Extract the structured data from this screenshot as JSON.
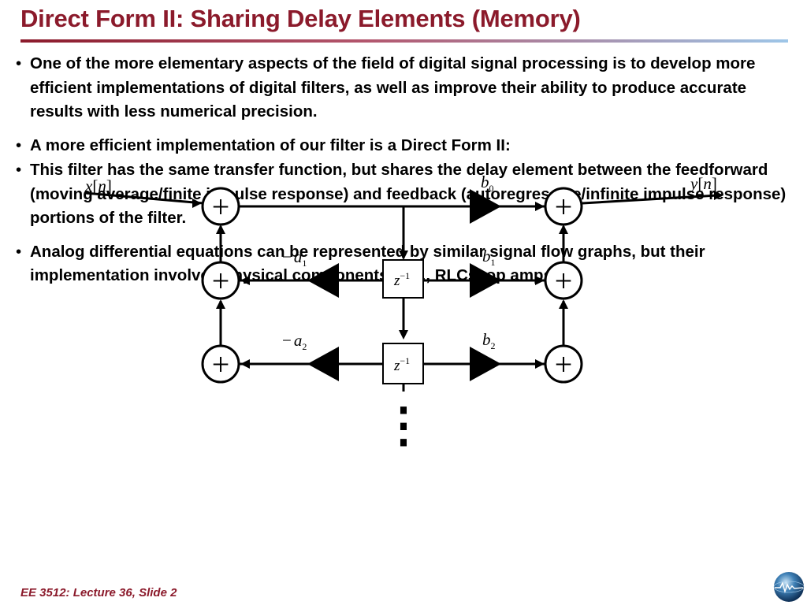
{
  "slide": {
    "title": "Direct Form II: Sharing Delay Elements (Memory)",
    "footer": "EE 3512: Lecture 36, Slide 2"
  },
  "bullets": [
    "One of the more elementary aspects of the field of digital signal processing is to develop more efficient implementations of digital filters, as well as improve their ability to produce accurate results with less numerical precision.",
    "A more efficient implementation of our filter is a Direct Form II:",
    "This filter has the same transfer function, but shares the delay element between the feedforward (moving average/finite impulse response) and feedback (autoregressive/infinite impulse response) portions of the filter.",
    "Analog differential equations can be represented by similar signal flow graphs, but their implementation involves physical components (e.g., RLCs, op amps)."
  ],
  "diagram": {
    "input": {
      "var": "x",
      "arg": "n"
    },
    "output": {
      "var": "y",
      "arg": "n"
    },
    "sum_symbol": "+",
    "delay": {
      "base": "z",
      "exp": "−1"
    },
    "gains": {
      "b0": {
        "var": "b",
        "sub": "0"
      },
      "b1": {
        "var": "b",
        "sub": "1"
      },
      "b2": {
        "var": "b",
        "sub": "2"
      },
      "a1": {
        "sign": "−",
        "var": "a",
        "sub": "1"
      },
      "a2": {
        "sign": "−",
        "var": "a",
        "sub": "2"
      }
    },
    "continuation": "⋮"
  }
}
